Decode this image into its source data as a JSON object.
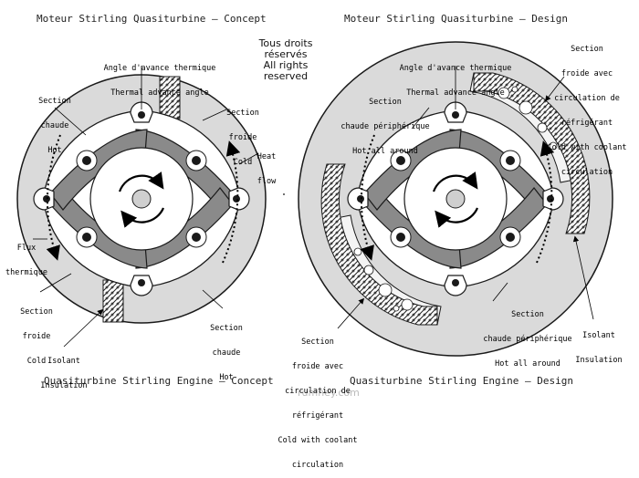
{
  "titles": {
    "top_left": "Moteur Stirling Quasiturbine – Concept",
    "top_right": "Moteur Stirling Quasiturbine – Design",
    "bottom_left": "Quasiturbine Stirling Engine – Concept",
    "bottom_right": "Quasiturbine Stirling Engine – Design"
  },
  "rights": [
    "Tous droits",
    "réservés",
    "All rights",
    "reserved"
  ],
  "watermark": "rumney.com",
  "concept": {
    "advance_angle": [
      "Angle d'avance thermique",
      "Thermal advance angle"
    ],
    "hot_top": [
      "Section",
      "chaude",
      "Hot"
    ],
    "cold_top": [
      "Section",
      "froide",
      "Cold"
    ],
    "heat_flow": [
      "Heat",
      "flow"
    ],
    "flux": [
      "Flux",
      "thermique"
    ],
    "cold_bottom": [
      "Section",
      "froide",
      "Cold"
    ],
    "hot_bottom": [
      "Section",
      "chaude",
      "Hot"
    ],
    "insulation": [
      "Isolant",
      "Insulation"
    ]
  },
  "design": {
    "advance_angle": [
      "Angle d'avance thermique",
      "Thermal advance angle"
    ],
    "hot_top": [
      "Section",
      "chaude périphérique",
      "Hot all around"
    ],
    "cold_top": [
      "Section",
      "froide avec",
      "circulation de",
      "réfrigérant",
      "Cold with coolant",
      "circulation"
    ],
    "cold_bottom": [
      "Section",
      "froide avec",
      "circulation de",
      "réfrigérant",
      "Cold with coolant",
      "circulation"
    ],
    "hot_bottom": [
      "Section",
      "chaude périphérique",
      "Hot all around"
    ],
    "insulation": [
      "Isolant",
      "Insulation"
    ]
  },
  "colors": {
    "housing": "#dadada",
    "rotor": "#8a8a8a",
    "chamber": "#ffffff",
    "outline": "#1a1a1a"
  }
}
